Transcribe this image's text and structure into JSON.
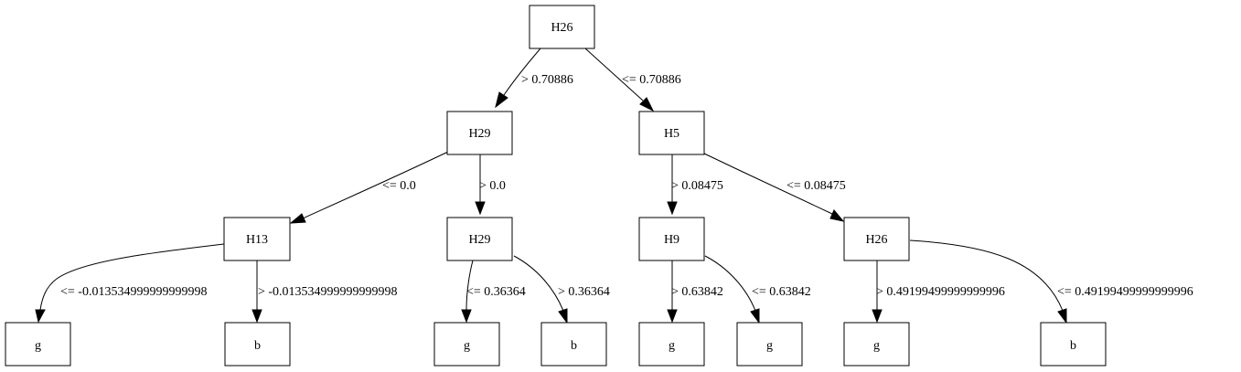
{
  "tree": {
    "nodes": {
      "n0": "H26",
      "n1": "H29",
      "n2": "H5",
      "n3": "H13",
      "n4": "H29",
      "n5": "H9",
      "n6": "H26",
      "l1": "g",
      "l2": "b",
      "l3": "g",
      "l4": "b",
      "l5": "g",
      "l6": "g",
      "l7": "g",
      "l8": "b"
    },
    "edges": {
      "e_n0_n1": "> 0.70886",
      "e_n0_n2": "<= 0.70886",
      "e_n1_n3": "<= 0.0",
      "e_n1_n4": "> 0.0",
      "e_n2_n5": "> 0.08475",
      "e_n2_n6": "<= 0.08475",
      "e_n3_l1": "<= -0.013534999999999998",
      "e_n3_l2": "> -0.013534999999999998",
      "e_n4_l3": "<= 0.36364",
      "e_n4_l4": "> 0.36364",
      "e_n5_l5": "> 0.63842",
      "e_n5_l6": "<= 0.63842",
      "e_n6_l7": "> 0.49199499999999996",
      "e_n6_l8": "<= 0.49199499999999996"
    }
  }
}
